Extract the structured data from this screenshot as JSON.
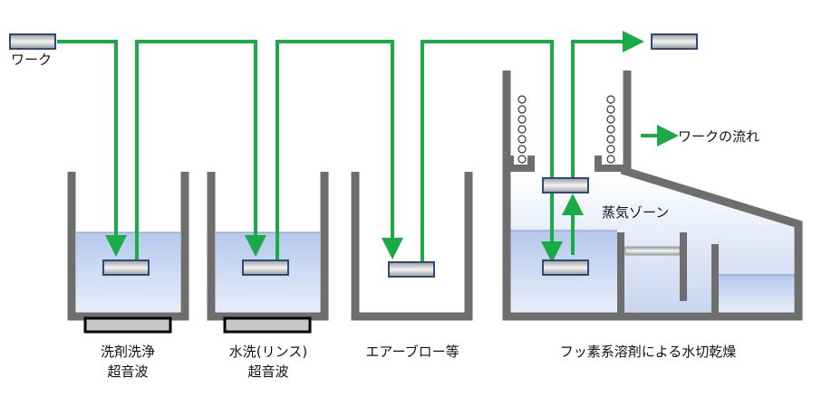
{
  "labels": {
    "work": "ワーク",
    "flow_legend": "ワークの流れ",
    "vapor_zone": "蒸気ゾーン",
    "stage1_line1": "洗剤洗浄",
    "stage1_line2": "超音波",
    "stage2_line1": "水洗(リンス)",
    "stage2_line2": "超音波",
    "stage3": "エアーブロー等",
    "stage4": "フッ素系溶剤による水切乾燥"
  },
  "colors": {
    "flow_arrow": "#1aaa46",
    "tank_wall": "#6e6e6e",
    "liquid_top": "#b4c8ec",
    "liquid_bottom": "#e6edf8",
    "work_border": "#2f4a7a"
  }
}
